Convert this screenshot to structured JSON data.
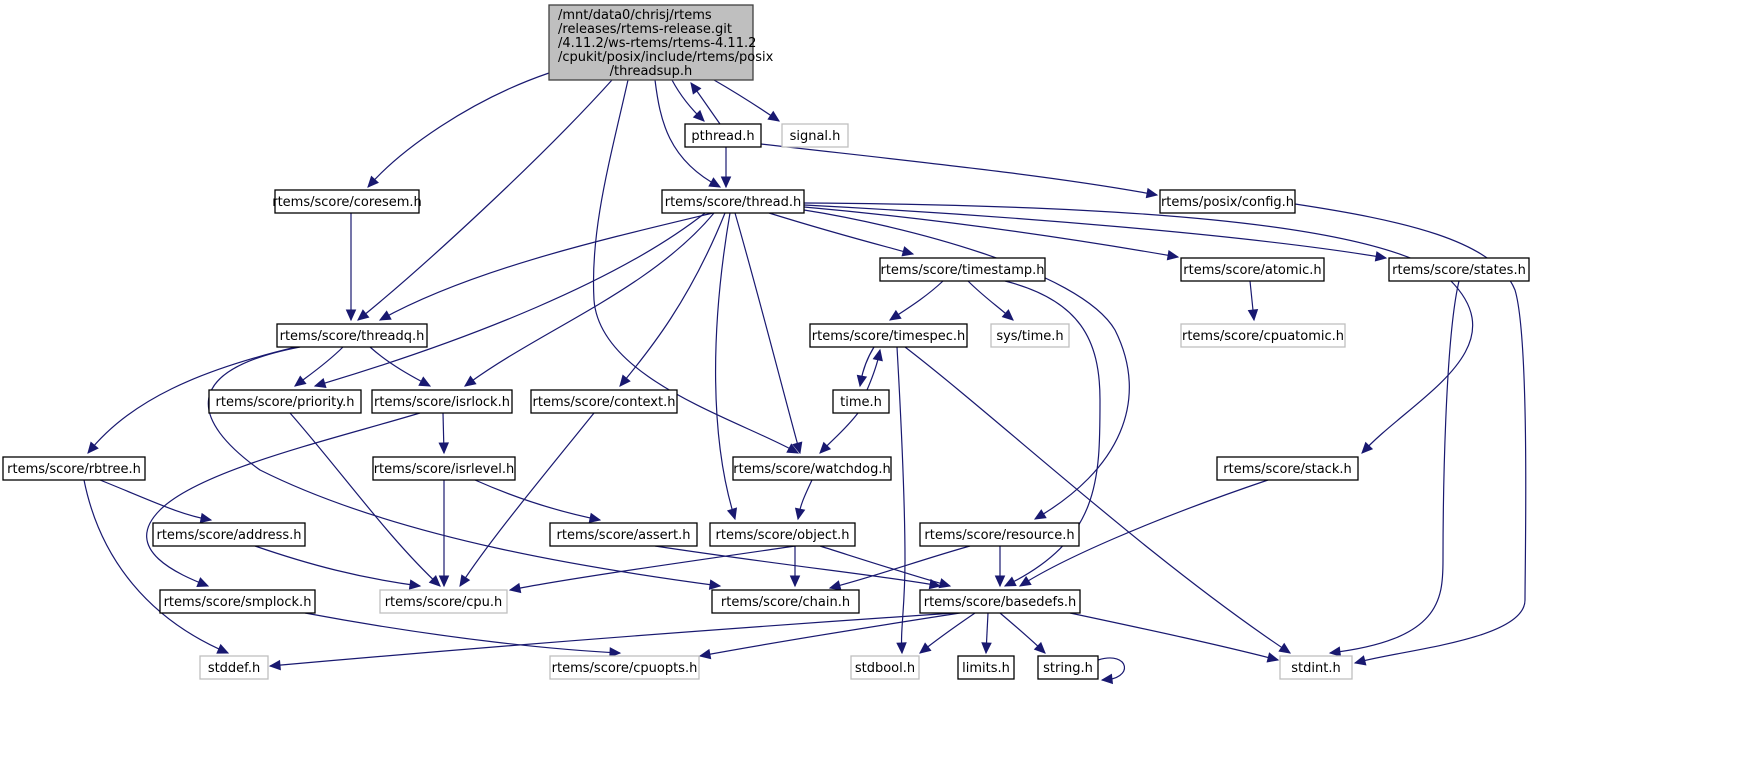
{
  "diagram": {
    "type": "include-dependency-graph",
    "root": {
      "id": "threadsup",
      "label_lines": [
        "/mnt/data0/chrisj/rtems",
        "/releases/rtems-release.git",
        "/4.11.2/ws-rtems/rtems-4.11.2",
        "/cpukit/posix/include/rtems/posix",
        "/threadsup.h"
      ]
    },
    "colors": {
      "root_fill": "#bfbfbf",
      "documented_border": "#000000",
      "external_border": "#bfbfbf",
      "edge": "#191970"
    },
    "nodes": [
      {
        "id": "pthread",
        "label": "pthread.h",
        "kind": "documented"
      },
      {
        "id": "signal",
        "label": "signal.h",
        "kind": "external"
      },
      {
        "id": "coresem",
        "label": "rtems/score/coresem.h",
        "kind": "documented"
      },
      {
        "id": "thread",
        "label": "rtems/score/thread.h",
        "kind": "documented"
      },
      {
        "id": "posixconfig",
        "label": "rtems/posix/config.h",
        "kind": "documented"
      },
      {
        "id": "timestamp",
        "label": "rtems/score/timestamp.h",
        "kind": "documented"
      },
      {
        "id": "atomic",
        "label": "rtems/score/atomic.h",
        "kind": "documented"
      },
      {
        "id": "states",
        "label": "rtems/score/states.h",
        "kind": "documented"
      },
      {
        "id": "threadq",
        "label": "rtems/score/threadq.h",
        "kind": "documented"
      },
      {
        "id": "timespec",
        "label": "rtems/score/timespec.h",
        "kind": "documented"
      },
      {
        "id": "systime",
        "label": "sys/time.h",
        "kind": "external"
      },
      {
        "id": "cpuatomic",
        "label": "rtems/score/cpuatomic.h",
        "kind": "external"
      },
      {
        "id": "priority",
        "label": "rtems/score/priority.h",
        "kind": "documented"
      },
      {
        "id": "isrlock",
        "label": "rtems/score/isrlock.h",
        "kind": "documented"
      },
      {
        "id": "context",
        "label": "rtems/score/context.h",
        "kind": "documented"
      },
      {
        "id": "timeh",
        "label": "time.h",
        "kind": "documented"
      },
      {
        "id": "rbtree",
        "label": "rtems/score/rbtree.h",
        "kind": "documented"
      },
      {
        "id": "isrlevel",
        "label": "rtems/score/isrlevel.h",
        "kind": "documented"
      },
      {
        "id": "watchdog",
        "label": "rtems/score/watchdog.h",
        "kind": "documented"
      },
      {
        "id": "stack",
        "label": "rtems/score/stack.h",
        "kind": "documented"
      },
      {
        "id": "address",
        "label": "rtems/score/address.h",
        "kind": "documented"
      },
      {
        "id": "assert",
        "label": "rtems/score/assert.h",
        "kind": "documented"
      },
      {
        "id": "object",
        "label": "rtems/score/object.h",
        "kind": "documented"
      },
      {
        "id": "resource",
        "label": "rtems/score/resource.h",
        "kind": "documented"
      },
      {
        "id": "smplock",
        "label": "rtems/score/smplock.h",
        "kind": "documented"
      },
      {
        "id": "cpu",
        "label": "rtems/score/cpu.h",
        "kind": "external"
      },
      {
        "id": "chain",
        "label": "rtems/score/chain.h",
        "kind": "documented"
      },
      {
        "id": "basedefs",
        "label": "rtems/score/basedefs.h",
        "kind": "documented"
      },
      {
        "id": "stddef",
        "label": "stddef.h",
        "kind": "external"
      },
      {
        "id": "cpuopts",
        "label": "rtems/score/cpuopts.h",
        "kind": "external"
      },
      {
        "id": "stdbool",
        "label": "stdbool.h",
        "kind": "external"
      },
      {
        "id": "limits",
        "label": "limits.h",
        "kind": "documented"
      },
      {
        "id": "string",
        "label": "string.h",
        "kind": "documented"
      },
      {
        "id": "stdint",
        "label": "stdint.h",
        "kind": "external"
      }
    ],
    "edges": [
      [
        "threadsup",
        "coresem"
      ],
      [
        "threadsup",
        "threadq"
      ],
      [
        "threadsup",
        "watchdog"
      ],
      [
        "threadsup",
        "thread"
      ],
      [
        "threadsup",
        "pthread"
      ],
      [
        "threadsup",
        "signal"
      ],
      [
        "pthread",
        "threadsup"
      ],
      [
        "pthread",
        "thread"
      ],
      [
        "pthread",
        "posixconfig"
      ],
      [
        "coresem",
        "threadq"
      ],
      [
        "posixconfig",
        "stdint"
      ],
      [
        "thread",
        "threadq"
      ],
      [
        "thread",
        "priority"
      ],
      [
        "thread",
        "isrlock"
      ],
      [
        "thread",
        "context"
      ],
      [
        "thread",
        "object"
      ],
      [
        "thread",
        "watchdog"
      ],
      [
        "thread",
        "timestamp"
      ],
      [
        "thread",
        "resource"
      ],
      [
        "thread",
        "atomic"
      ],
      [
        "thread",
        "states"
      ],
      [
        "thread",
        "stack"
      ],
      [
        "timestamp",
        "timespec"
      ],
      [
        "timestamp",
        "systime"
      ],
      [
        "timestamp",
        "basedefs"
      ],
      [
        "atomic",
        "cpuatomic"
      ],
      [
        "states",
        "stdint"
      ],
      [
        "threadq",
        "priority"
      ],
      [
        "threadq",
        "isrlock"
      ],
      [
        "threadq",
        "rbtree"
      ],
      [
        "threadq",
        "chain"
      ],
      [
        "timespec",
        "timeh"
      ],
      [
        "timespec",
        "stdbool"
      ],
      [
        "timespec",
        "stdint"
      ],
      [
        "timeh",
        "timespec"
      ],
      [
        "timeh",
        "watchdog"
      ],
      [
        "priority",
        "cpu"
      ],
      [
        "isrlock",
        "isrlevel"
      ],
      [
        "isrlock",
        "smplock"
      ],
      [
        "context",
        "cpu"
      ],
      [
        "rbtree",
        "address"
      ],
      [
        "rbtree",
        "stddef"
      ],
      [
        "isrlevel",
        "cpu"
      ],
      [
        "isrlevel",
        "assert"
      ],
      [
        "watchdog",
        "object"
      ],
      [
        "stack",
        "basedefs"
      ],
      [
        "address",
        "cpu"
      ],
      [
        "assert",
        "basedefs"
      ],
      [
        "object",
        "cpu"
      ],
      [
        "object",
        "chain"
      ],
      [
        "object",
        "basedefs"
      ],
      [
        "resource",
        "chain"
      ],
      [
        "resource",
        "basedefs"
      ],
      [
        "smplock",
        "cpuopts"
      ],
      [
        "basedefs",
        "stddef"
      ],
      [
        "basedefs",
        "cpuopts"
      ],
      [
        "basedefs",
        "stdbool"
      ],
      [
        "basedefs",
        "limits"
      ],
      [
        "basedefs",
        "string"
      ],
      [
        "basedefs",
        "stdint"
      ],
      [
        "string",
        "string"
      ]
    ]
  }
}
